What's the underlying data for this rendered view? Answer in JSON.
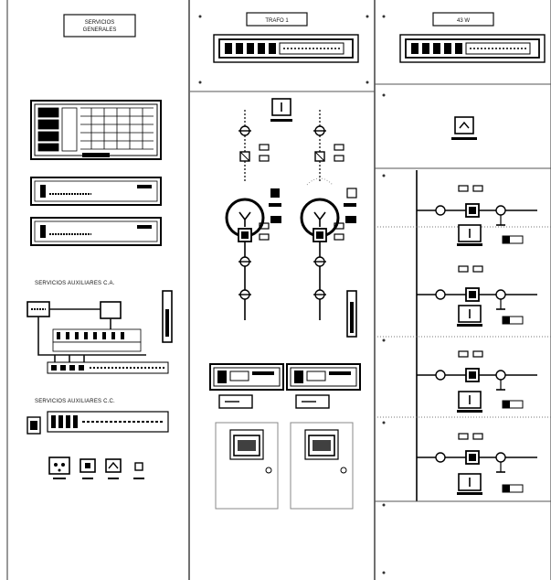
{
  "panels": {
    "left_title": "SERVICIOS GENERALES",
    "left_title_line1": "SERVICIOS",
    "left_title_line2": "GENERALES",
    "middle_title": "TRAFO 1",
    "right_title": "43 W"
  },
  "section_labels": {
    "aux_ca": "SERVICIOS AUXILIARES C.A.",
    "aux_cc": "SERVICIOS AUXILIARES C.C."
  },
  "colors": {
    "line": "#111111",
    "background": "#ffffff",
    "panel_border": "#444444",
    "dotted": "#777777"
  },
  "icons": {
    "transformer": "transformer-icon",
    "breaker": "breaker-icon",
    "disconnector": "disconnector-icon",
    "selector": "selector-switch-icon",
    "socket": "socket-icon"
  }
}
